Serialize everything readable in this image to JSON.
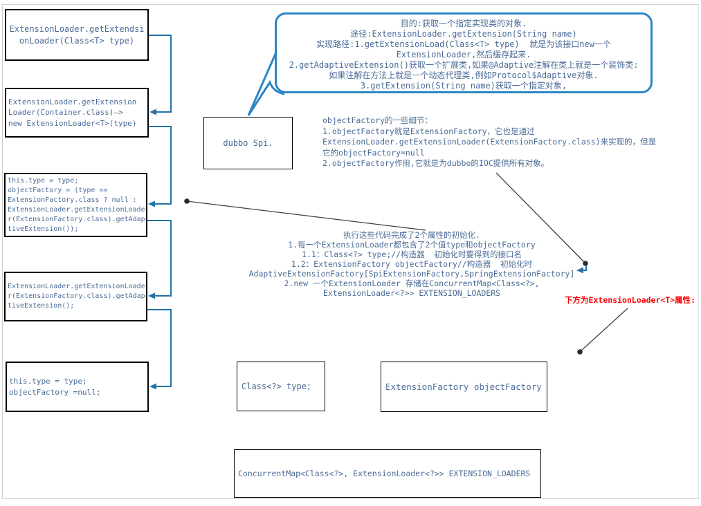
{
  "colors": {
    "accent_blue": "#2272A8",
    "bubble_blue": "#2B85C4",
    "code_text": "#4A6B96",
    "note_red": "#FF0000",
    "pointer_black": "#3D3D3D",
    "canvas_border_gray": "#CFCFCF"
  },
  "flow_boxes": [
    {
      "id": "get-extendsion-loader-signature",
      "text": "ExtensionLoader.getExtendsi\nonLoader(Class<T> type)"
    },
    {
      "id": "get-extension-loader-impl",
      "text": "ExtensionLoader.getExtension\nLoader(Container.class)—>\nnew ExtensionLoader<T>(type)"
    },
    {
      "id": "constructor-body",
      "text": "this.type = type;\nobjectFactory = (type ==\nExtensionFactory.class ? null :\nExtensionLoader.getExtensionLoade\nr(ExtensionFactory.class).getAdap\ntiveExtension());"
    },
    {
      "id": "get-adaptive-extension-call",
      "text": "ExtensionLoader.getExtensionLoade\nr(ExtensionFactory.class).getAdap\ntiveExtension();"
    },
    {
      "id": "factory-null-branch",
      "text": "this.type = type;\nobjectFactory =null;"
    }
  ],
  "dubbo_box": {
    "label": "dubbo Spi."
  },
  "callout": {
    "lines": [
      "目的:获取一个指定实现类的对象.",
      "途径:ExtensionLoader.getExtension(String name)",
      "实现路径:1.getExtensionLoad(Class<T> type)  就是为该接口new一个",
      "ExtensionLoader,然后缓存起来.",
      "2.getAdaptiveExtension()获取一个扩展类,如果@Adaptive注解在类上就是一个装饰类:",
      "如果注解在方法上就是一个动态代理类,例如Protocol$Adaptive对象.",
      "3.getExtension(String name)获取一个指定对象,"
    ]
  },
  "object_factory_note": {
    "lines": [
      "objectFactory的一些细节：",
      "1.objectFactory就是ExtensionFactory，它也是通过",
      "ExtensionLoader.getExtensionLoader(ExtensionFactory.class)来实现的，但是",
      "它的objectFactory=null",
      "2.objectFactory作用,它就是为dubbo的IOC提供所有对象。"
    ]
  },
  "init_note": {
    "lines": [
      "执行这些代码完成了2个属性的初始化.",
      "1.每一个ExtensionLoader都包含了2个值type和objectFactory",
      "1.1：Class<?> type;//构造器  初始化时要得到的接口名",
      "1.2：ExtensionFactory objectFactory//构造器  初始化时",
      "AdaptiveExtensionFactory[SpiExtensionFactory,SpringExtensionFactory]",
      "2.new 一个ExtensionLoader 存储在ConcurrentMap<Class<?>,",
      "ExtensionLoader<?>> EXTENSION_LOADERS"
    ]
  },
  "red_note": {
    "text": "下方为ExtensionLoader<T>属性:"
  },
  "attribute_boxes": [
    {
      "id": "type-field",
      "text": "Class<?> type;"
    },
    {
      "id": "object-factory-field",
      "text": "ExtensionFactory objectFactory"
    },
    {
      "id": "extension-loaders-field",
      "text": "ConcurrentMap<Class<?>, ExtensionLoader<?>> EXTENSION_LOADERS"
    }
  ]
}
